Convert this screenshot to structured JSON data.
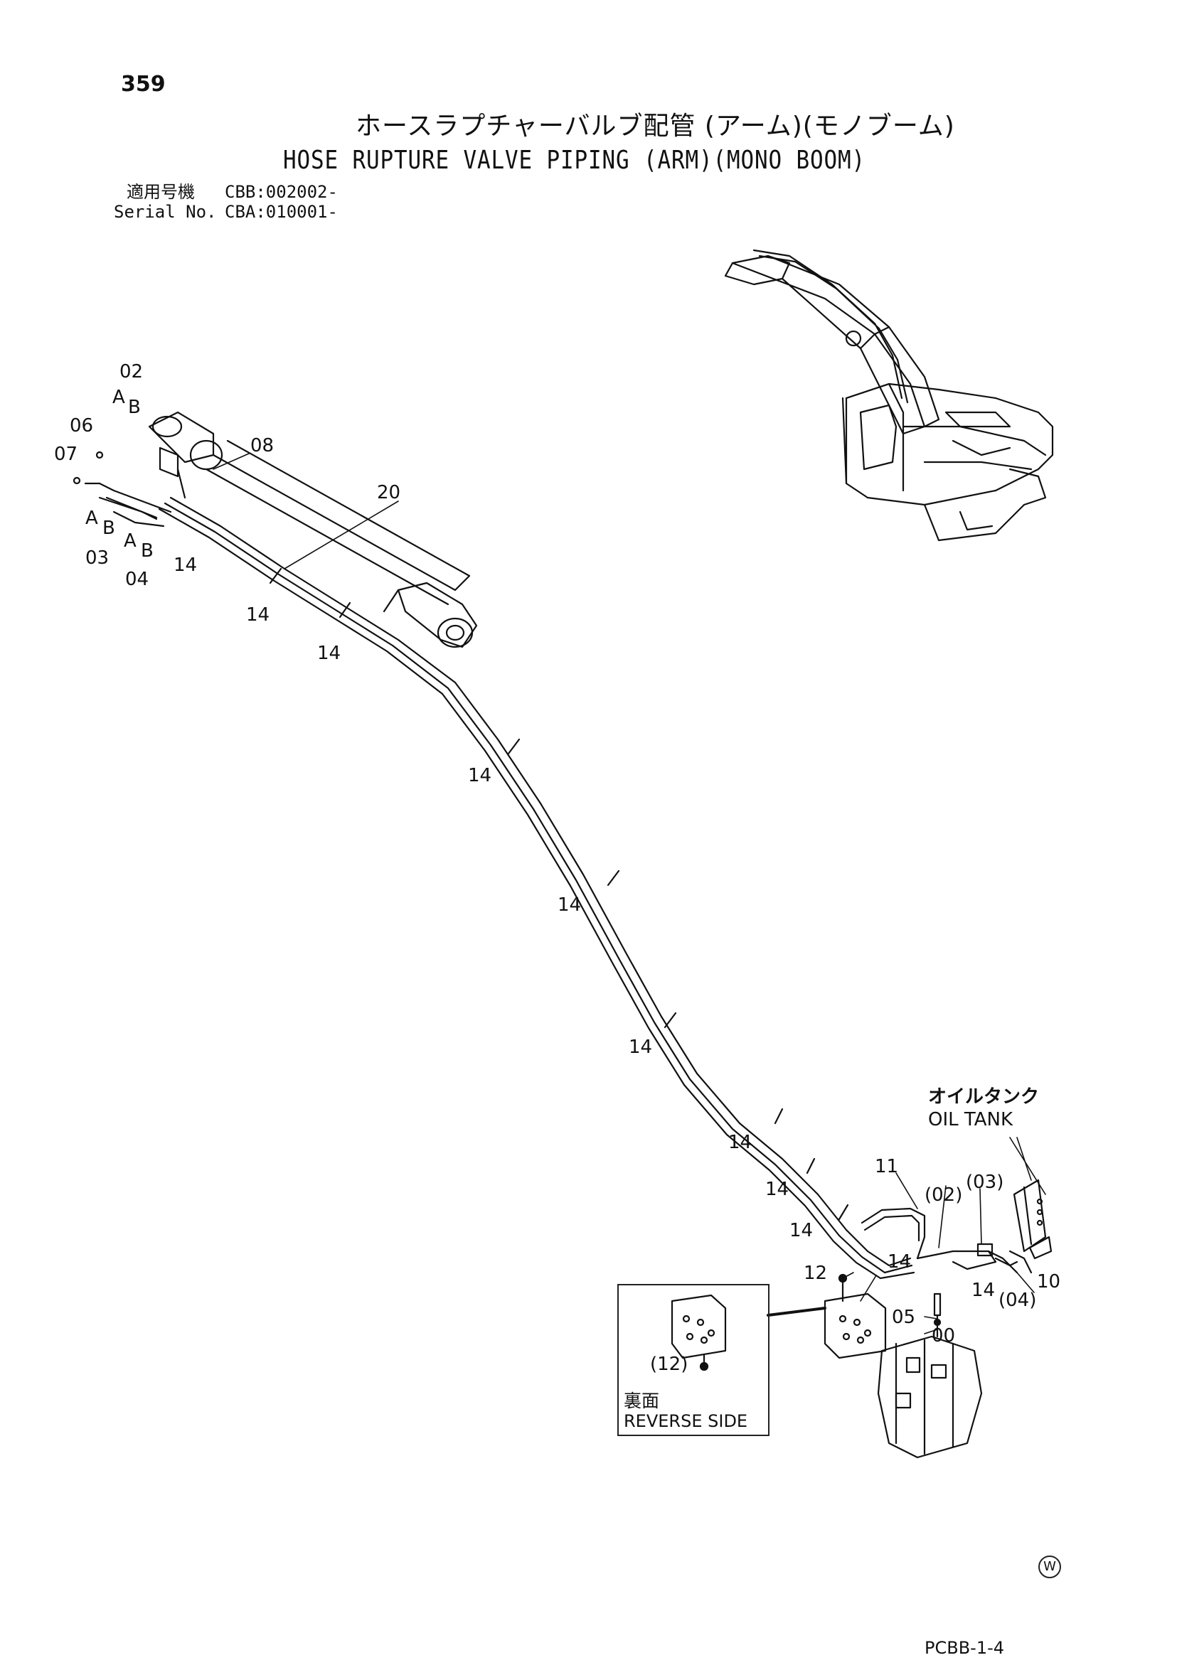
{
  "header": {
    "page_number": "359",
    "title_jp": "ホースラプチャーバルブ配管 (アーム)(モノブーム)",
    "title_en": "HOSE RUPTURE VALVE PIPING (ARM)(MONO BOOM)",
    "applicable_jp_label": "適用号機",
    "applicable_value": "CBB:002002-",
    "serial_label": "Serial No.",
    "serial_value": "CBA:010001-"
  },
  "labels": {
    "p02": "02",
    "p06": "06",
    "p07": "07",
    "p08": "08",
    "p20": "20",
    "p03": "03",
    "p04": "04",
    "a1": "A",
    "b1": "B",
    "a2": "A",
    "b2": "B",
    "a3": "A",
    "b3": "B",
    "p14": "14",
    "p11": "11",
    "p02p": "(02)",
    "p03p": "(03)",
    "p12": "12",
    "p05": "05",
    "p00": "00",
    "p10": "10",
    "p04p": "(04)",
    "p12p": "(12)"
  },
  "oil_tank": {
    "jp": "オイルタンク",
    "en": "OIL TANK"
  },
  "reverse": {
    "jp": "裏面",
    "en": "REVERSE SIDE"
  },
  "footer": {
    "mark": "W",
    "doc_code": "PCBB-1-4"
  }
}
